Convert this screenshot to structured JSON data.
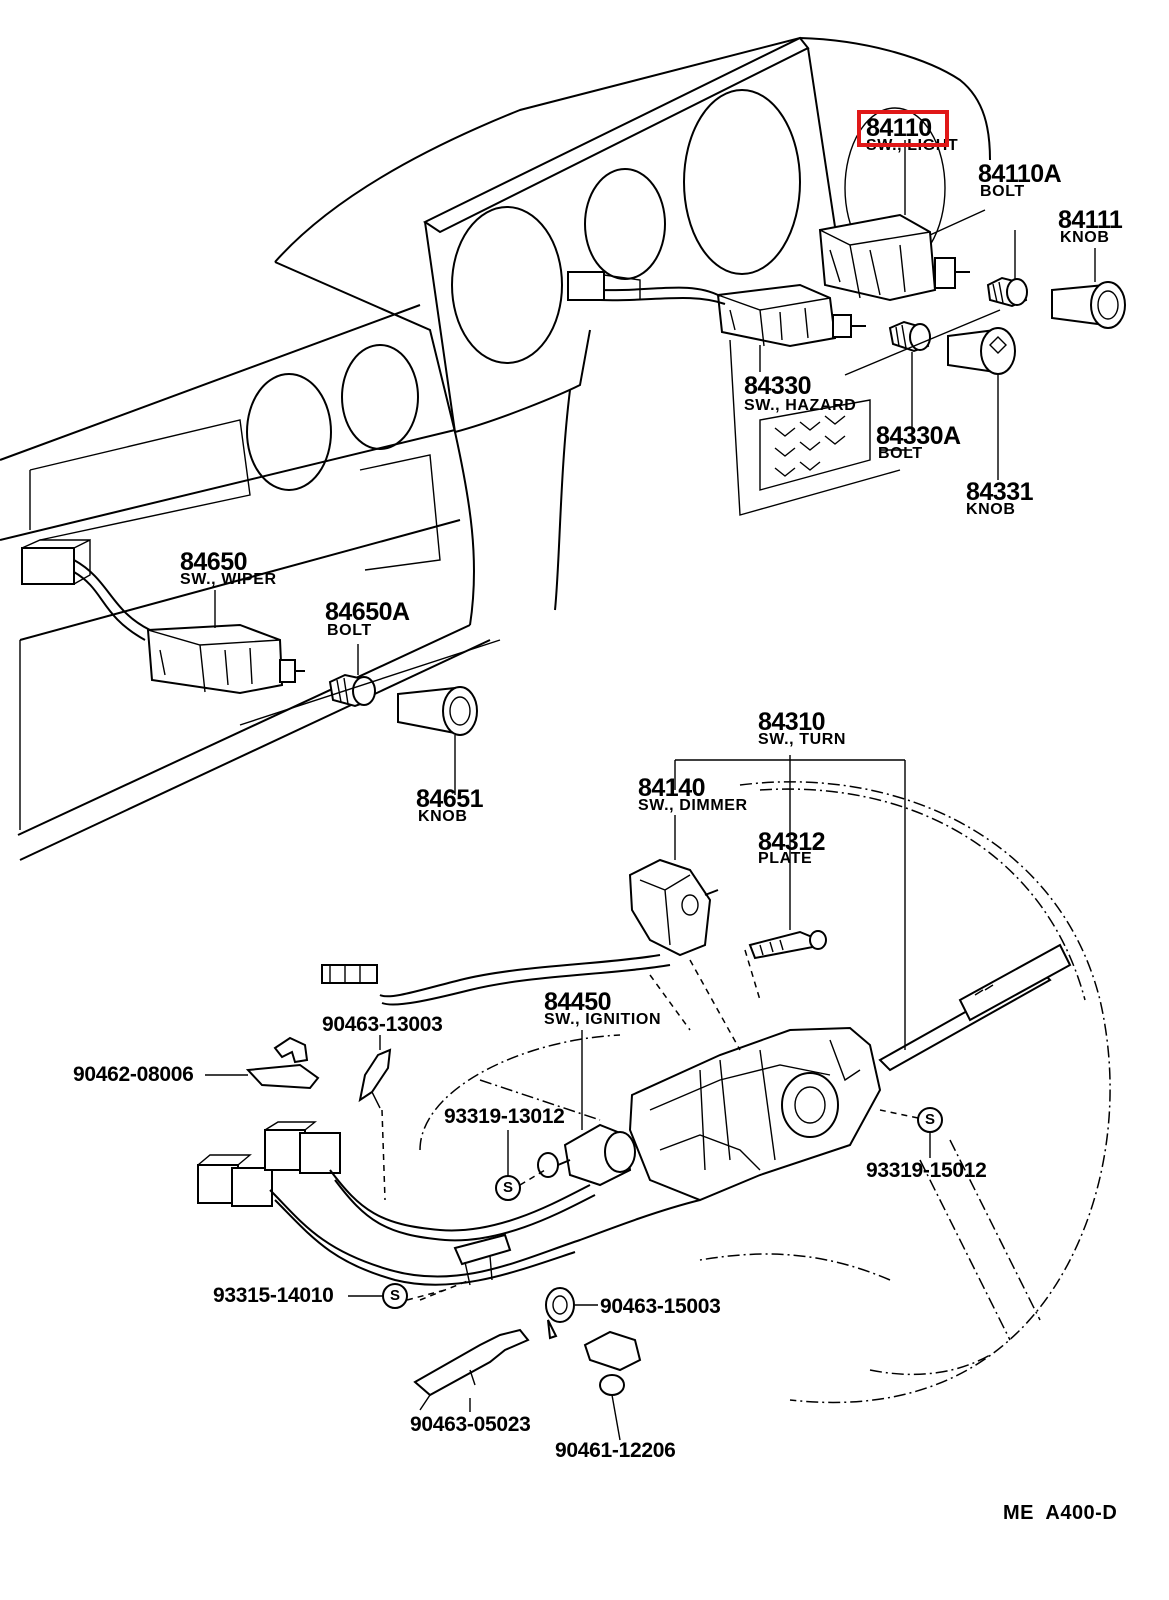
{
  "parts": [
    {
      "id": "light-switch",
      "number": "84110",
      "name": "SW., LIGHT"
    },
    {
      "id": "light-switch-bolt",
      "number": "84110A",
      "name": "BOLT"
    },
    {
      "id": "light-switch-knob",
      "number": "84111",
      "name": "KNOB"
    },
    {
      "id": "hazard-switch",
      "number": "84330",
      "name": "SW., HAZARD"
    },
    {
      "id": "hazard-switch-bolt",
      "number": "84330A",
      "name": "BOLT"
    },
    {
      "id": "hazard-switch-knob",
      "number": "84331",
      "name": "KNOB"
    },
    {
      "id": "wiper-switch",
      "number": "84650",
      "name": "SW., WIPER"
    },
    {
      "id": "wiper-switch-bolt",
      "number": "84650A",
      "name": "BOLT"
    },
    {
      "id": "wiper-switch-knob",
      "number": "84651",
      "name": "KNOB"
    },
    {
      "id": "turn-switch",
      "number": "84310",
      "name": "SW., TURN"
    },
    {
      "id": "dimmer-switch",
      "number": "84140",
      "name": "SW., DIMMER"
    },
    {
      "id": "turn-plate",
      "number": "84312",
      "name": "PLATE"
    },
    {
      "id": "ignition-switch",
      "number": "84450",
      "name": "SW., IGNITION"
    }
  ],
  "hardware": [
    {
      "id": "clip-13003",
      "number": "90463-13003"
    },
    {
      "id": "clamp-08006",
      "number": "90462-08006"
    },
    {
      "id": "screw-13012",
      "number": "93319-13012"
    },
    {
      "id": "screw-15012",
      "number": "93319-15012"
    },
    {
      "id": "screw-14010",
      "number": "93315-14010"
    },
    {
      "id": "clip-15003",
      "number": "90463-15003"
    },
    {
      "id": "clip-05023",
      "number": "90463-05023"
    },
    {
      "id": "clamp-12206",
      "number": "90461-12206"
    }
  ],
  "screw_marker": "S",
  "diagram_code": "ME  A400-D",
  "highlight": {
    "part": "84110",
    "color": "#e01818"
  }
}
